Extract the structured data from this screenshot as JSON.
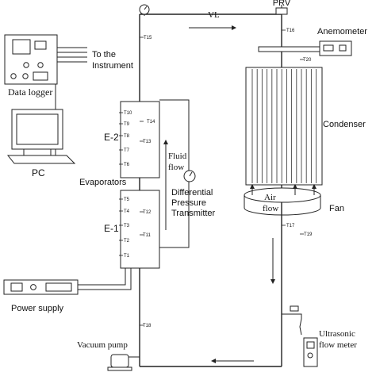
{
  "labels": {
    "prv": "PRV",
    "vl": "VL",
    "anemometer": "Anemometer",
    "to_the": "To the",
    "instrument": "Instrument",
    "data_logger": "Data logger",
    "pc": "PC",
    "condenser": "Condenser",
    "e2": "E-2",
    "e1": "E-1",
    "fluid": "Fluid",
    "flow": "flow",
    "evaporators": "Evaporators",
    "differential": "Differential",
    "pressure": "Pressure",
    "transmitter": "Transmitter",
    "air": "Air",
    "air_flow": "flow",
    "fan": "Fan",
    "power_supply": "Power supply",
    "ultrasonic": "Ultrasonic",
    "flow_meter": "flow meter",
    "vacuum_pump": "Vacuum pump"
  },
  "thermocouples": {
    "t1": "T1",
    "t2": "T2",
    "t3": "T3",
    "t4": "T4",
    "t5": "T5",
    "t6": "T6",
    "t7": "T7",
    "t8": "T8",
    "t9": "T9",
    "t10": "T10",
    "t11": "T11",
    "t12": "T12",
    "t13": "T13",
    "t14": "T14",
    "t15": "T15",
    "t16": "T16",
    "t17": "T17",
    "t18": "T18",
    "t19": "T19",
    "t20": "T20"
  },
  "icons": [
    "pressure-gauge-icon",
    "data-logger-icon",
    "pc-monitor-icon",
    "power-supply-icon",
    "vacuum-pump-icon",
    "ultrasonic-flow-meter-icon",
    "anemometer-icon",
    "fan-icon",
    "condenser-icon"
  ]
}
